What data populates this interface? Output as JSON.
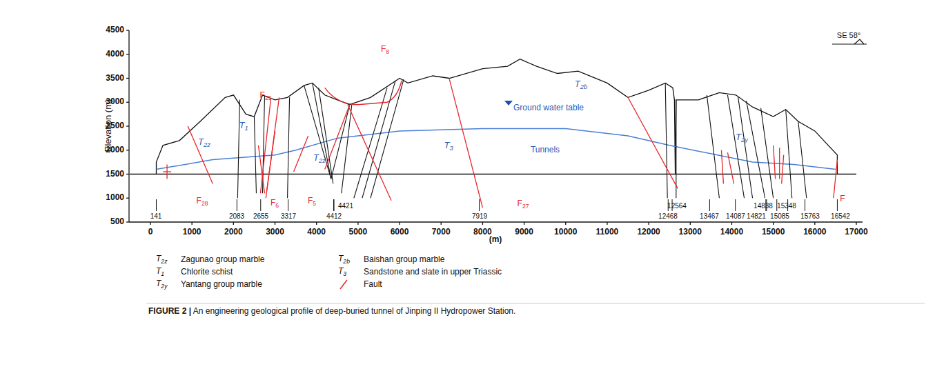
{
  "diagram": {
    "caption": "FIGURE 2 | An engineering geological profile of deep-buried tunnel of Jinping II Hydropower Station.",
    "labels": [
      "4500",
      "4000",
      "3500",
      "3000",
      "2500",
      "2000",
      "1500",
      "1000",
      "500",
      "0",
      "1000",
      "2000",
      "3000",
      "4000",
      "5000",
      "6000",
      "7000",
      "8000",
      "9000",
      "10000",
      "11000",
      "12000",
      "13000",
      "14000",
      "15000",
      "16000",
      "17000",
      "Elevation (m)",
      "(m)",
      "SE 58°",
      "F8",
      "F25",
      "T1",
      "T2z",
      "T2b",
      "Ground water table",
      "T3",
      "T2z",
      "Tunnels",
      "T2y",
      "F28",
      "F6",
      "F5",
      "4421",
      "F27",
      "12564",
      "14838",
      "15348",
      "F",
      "141",
      "2083",
      "2655",
      "3317",
      "4412",
      "7919",
      "12468",
      "13467",
      "14087",
      "14821",
      "15085",
      "15763",
      "16542",
      "T2z",
      "T1",
      "T2y",
      "T2b",
      "T3"
    ],
    "legend": [
      {
        "text": "Zagunao group marble"
      },
      {
        "text": "Chlorite schist"
      },
      {
        "text": "Yantang group marble"
      },
      {
        "text": "Baishan group marble"
      },
      {
        "text": "Sandstone and slate in upper Triassic"
      },
      {
        "text": "Fault"
      }
    ]
  }
}
